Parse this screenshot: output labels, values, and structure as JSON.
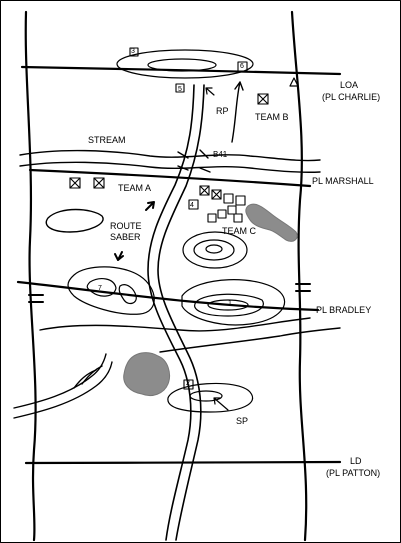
{
  "phase_lines": {
    "loa": {
      "label": "LOA",
      "sublabel": "(PL CHARLIE)"
    },
    "marshall": {
      "label": "PL MARSHALL"
    },
    "bradley": {
      "label": "PL BRADLEY"
    },
    "ld": {
      "label": "LD",
      "sublabel": "(PL PATTON)"
    }
  },
  "features": {
    "stream": "STREAM",
    "route": "ROUTE",
    "route_name": "SABER",
    "bridge": "B41",
    "release_point": "RP",
    "start_point": "SP"
  },
  "units": {
    "team_a": "TEAM A",
    "team_b": "TEAM B",
    "team_c": "TEAM C"
  },
  "hill_numbers": [
    "1",
    "2",
    "3",
    "4",
    "5",
    "6",
    "7"
  ],
  "colors": {
    "ink": "#000000",
    "woods": "#8c8c8c",
    "background": "#ffffff"
  }
}
